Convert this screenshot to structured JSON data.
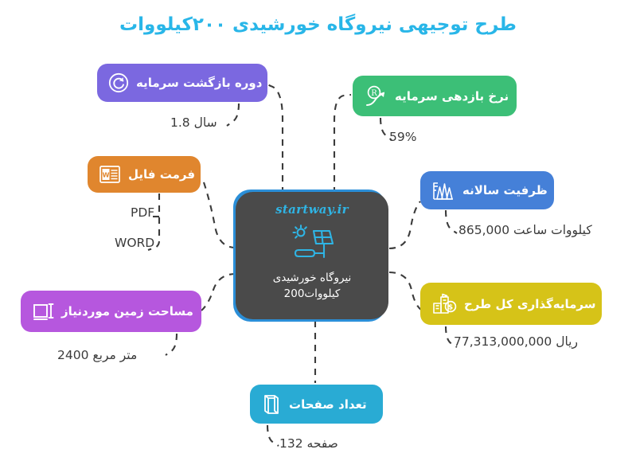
{
  "title": "طرح توجیهی نیروگاه خورشیدی ۲۰۰کیلووات",
  "colors": {
    "title": "#29B6E8",
    "central_bg": "#4A4A4A",
    "central_accent": "#2B8FD8",
    "payback": "#7B68E0",
    "roi": "#3CBF77",
    "capacity": "#4580D8",
    "file_format": "#E0862E",
    "investment": "#D6C318",
    "land_area": "#B657DE",
    "pages": "#29ABD4",
    "connector": "#3B3B3B",
    "value_text": "#3B3B3B"
  },
  "central": {
    "brand": "startway.ir",
    "icon": "solar-panel-icon",
    "label": "نیروگاه خورشیدی\nکیلووات200",
    "label_line1": "نیروگاه خورشیدی",
    "label_line2": "کیلووات200"
  },
  "branches": [
    {
      "key": "payback",
      "label": "دوره بازگشت سرمایه",
      "icon": "rotate-refresh-icon",
      "value": "سال 1.8"
    },
    {
      "key": "roi",
      "label": "نرخ بازدهی سرمایه",
      "icon": "roi-arrow-icon",
      "value": "59%"
    },
    {
      "key": "capacity",
      "label": "ظرفیت سالانه",
      "icon": "power-plant-chart-icon",
      "value": "کیلووات ساعت 865,000"
    },
    {
      "key": "file_format",
      "label": "فرمت فایل",
      "icon": "word-document-icon",
      "value_1": "PDF",
      "value_2": "WORD"
    },
    {
      "key": "investment",
      "label": "سرمایه‌گذاری کل طرح",
      "icon": "money-building-icon",
      "value": "ریال 77,313,000,000"
    },
    {
      "key": "land_area",
      "label": "مساحت زمین موردنیاز",
      "icon": "area-measure-icon",
      "value": "متر مربع 2400"
    },
    {
      "key": "pages",
      "label": "تعداد صفحات",
      "icon": "book-icon",
      "value": "صفحه 132"
    }
  ]
}
